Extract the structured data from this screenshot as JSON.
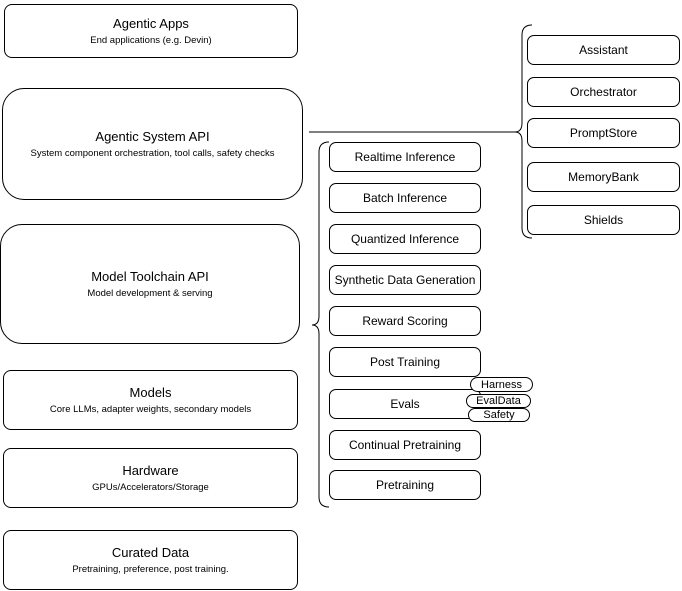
{
  "diagram": {
    "colors": {
      "stroke": "#000000",
      "fill": "#ffffff",
      "text": "#000000"
    },
    "left_stack": [
      {
        "title": "Agentic Apps",
        "subtitle": "End applications (e.g. Devin)"
      },
      {
        "title": "Agentic System API",
        "subtitle": "System component orchestration, tool calls, safety checks"
      },
      {
        "title": "Model Toolchain API",
        "subtitle": "Model development & serving"
      },
      {
        "title": "Models",
        "subtitle": "Core LLMs, adapter weights, secondary models"
      },
      {
        "title": "Hardware",
        "subtitle": "GPUs/Accelerators/Storage"
      },
      {
        "title": "Curated Data",
        "subtitle": "Pretraining, preference, post training."
      }
    ],
    "toolchain_items": [
      "Realtime Inference",
      "Batch Inference",
      "Quantized Inference",
      "Synthetic Data Generation",
      "Reward Scoring",
      "Post Training",
      "Evals",
      "Continual Pretraining",
      "Pretraining"
    ],
    "evals_tags": [
      "Harness",
      "EvalData",
      "Safety"
    ],
    "system_components": [
      "Assistant",
      "Orchestrator",
      "PromptStore",
      "MemoryBank",
      "Shields"
    ]
  }
}
